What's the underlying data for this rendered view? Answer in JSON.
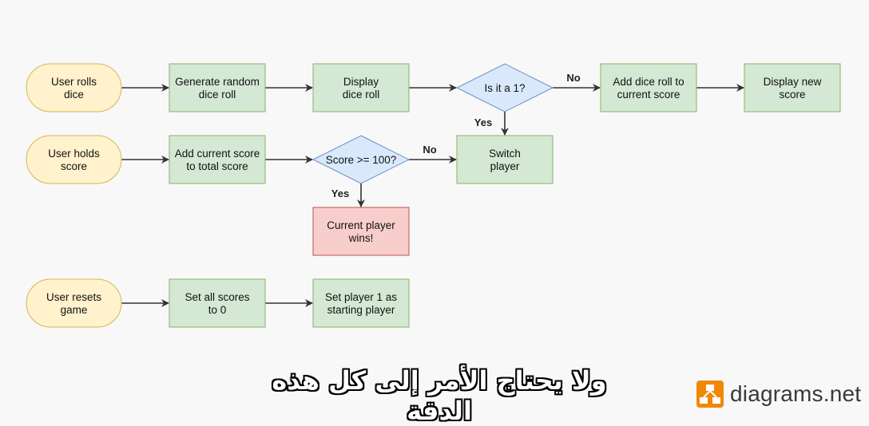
{
  "nodes": {
    "user_rolls": [
      "User rolls",
      "dice"
    ],
    "generate_random": [
      "Generate random",
      "dice roll"
    ],
    "display_roll": [
      "Display",
      "dice roll"
    ],
    "is_it_one": [
      "Is it a 1?"
    ],
    "add_roll": [
      "Add dice roll to",
      "current score"
    ],
    "display_new": [
      "Display new",
      "score"
    ],
    "user_holds": [
      "User holds",
      "score"
    ],
    "add_current": [
      "Add current score",
      "to total score"
    ],
    "score_check": [
      "Score >= 100?"
    ],
    "switch_player": [
      "Switch",
      "player"
    ],
    "player_wins": [
      "Current player",
      "wins!"
    ],
    "user_resets": [
      "User resets",
      "game"
    ],
    "set_scores": [
      "Set all scores",
      "to 0"
    ],
    "set_player": [
      "Set player 1 as",
      "starting player"
    ]
  },
  "edge_labels": {
    "no_1": "No",
    "yes_1": "Yes",
    "no_2": "No",
    "yes_2": "Yes"
  },
  "colors": {
    "terminal_fill": "#fff2cc",
    "terminal_stroke": "#d6b656",
    "process_fill": "#d5e8d4",
    "process_stroke": "#82b366",
    "decision_fill": "#dae8fc",
    "decision_stroke": "#6c8ebf",
    "end_fill": "#f8cecc",
    "end_stroke": "#b85450",
    "edge": "#333333",
    "brand_orange": "#f08705"
  },
  "subtitle": "ولا يحتاج الأمر إلى كل هذه الدقة",
  "brand": {
    "name": "diagrams.net",
    "icon": "diagrams-logo-icon"
  }
}
